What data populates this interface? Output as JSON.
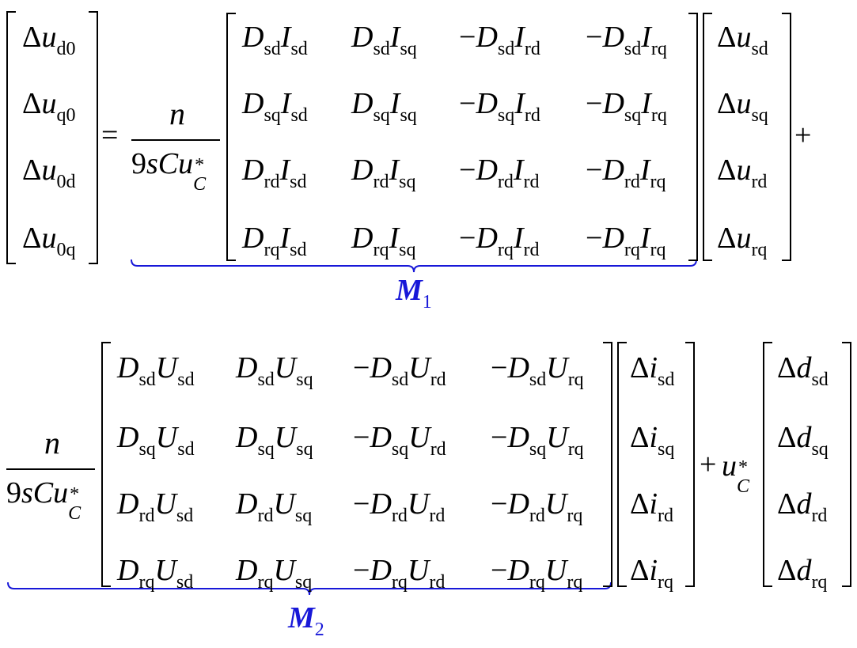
{
  "colors": {
    "text": "#000000",
    "brace": "#1818d8"
  },
  "equation": {
    "lhs": [
      {
        "sym": "Δ",
        "var": "u",
        "sub": "d0"
      },
      {
        "sym": "Δ",
        "var": "u",
        "sub": "q0"
      },
      {
        "sym": "Δ",
        "var": "u",
        "sub": "0d"
      },
      {
        "sym": "Δ",
        "var": "u",
        "sub": "0q"
      }
    ],
    "equals": "=",
    "plus": "+",
    "frac": {
      "num": "n",
      "den_coef": "9",
      "den_s": "s",
      "den_C": "C",
      "den_u": "u",
      "den_sub": "C",
      "den_sup": "*"
    },
    "m1": {
      "label": "M",
      "label_sub": "1",
      "rows": [
        "sd",
        "sq",
        "rd",
        "rq"
      ],
      "cols": [
        "sd",
        "sq",
        "rd",
        "rq"
      ],
      "signs": [
        "",
        "",
        "−",
        "−"
      ],
      "left": "D",
      "right": "I"
    },
    "vec1": [
      {
        "sym": "Δ",
        "var": "u",
        "sub": "sd"
      },
      {
        "sym": "Δ",
        "var": "u",
        "sub": "sq"
      },
      {
        "sym": "Δ",
        "var": "u",
        "sub": "rd"
      },
      {
        "sym": "Δ",
        "var": "u",
        "sub": "rq"
      }
    ],
    "m2": {
      "label": "M",
      "label_sub": "2",
      "rows": [
        "sd",
        "sq",
        "rd",
        "rq"
      ],
      "cols": [
        "sd",
        "sq",
        "rd",
        "rq"
      ],
      "signs": [
        "",
        "",
        "−",
        "−"
      ],
      "left": "D",
      "right": "U"
    },
    "vec2": [
      {
        "sym": "Δ",
        "var": "i",
        "sub": "sd"
      },
      {
        "sym": "Δ",
        "var": "i",
        "sub": "sq"
      },
      {
        "sym": "Δ",
        "var": "i",
        "sub": "rd"
      },
      {
        "sym": "Δ",
        "var": "i",
        "sub": "rq"
      }
    ],
    "uc": {
      "var": "u",
      "sub": "C",
      "sup": "*"
    },
    "vec3": [
      {
        "sym": "Δ",
        "var": "d",
        "sub": "sd"
      },
      {
        "sym": "Δ",
        "var": "d",
        "sub": "sq"
      },
      {
        "sym": "Δ",
        "var": "d",
        "sub": "rd"
      },
      {
        "sym": "Δ",
        "var": "d",
        "sub": "rq"
      }
    ]
  }
}
